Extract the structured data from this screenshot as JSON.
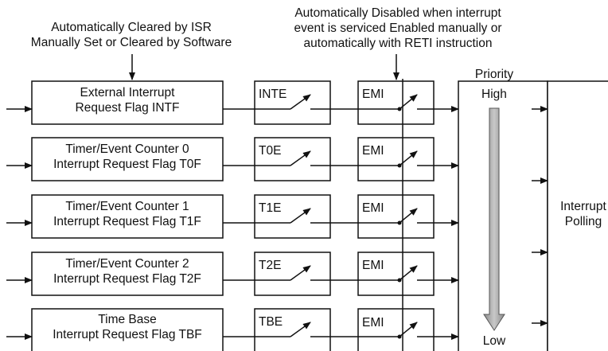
{
  "annotations": {
    "left_line1": "Automatically Cleared by ISR",
    "left_line2": "Manually Set or Cleared by Software",
    "right_line1": "Automatically Disabled when interrupt",
    "right_line2": "event is serviced Enabled manually or",
    "right_line3": "automatically with RETI instruction"
  },
  "rows": [
    {
      "source_line1": "External Interrupt",
      "source_line2": "Request Flag INTF",
      "enable": "INTE",
      "global_enable": "EMI"
    },
    {
      "source_line1": "Timer/Event Counter 0",
      "source_line2": "Interrupt Request Flag T0F",
      "enable": "T0E",
      "global_enable": "EMI"
    },
    {
      "source_line1": "Timer/Event Counter 1",
      "source_line2": "Interrupt Request Flag T1F",
      "enable": "T1E",
      "global_enable": "EMI"
    },
    {
      "source_line1": "Timer/Event Counter 2",
      "source_line2": "Interrupt Request Flag T2F",
      "enable": "T2E",
      "global_enable": "EMI"
    },
    {
      "source_line1": "Time Base",
      "source_line2": "Interrupt Request Flag TBF",
      "enable": "TBE",
      "global_enable": "EMI"
    }
  ],
  "priority": {
    "title": "Priority",
    "high": "High",
    "low": "Low"
  },
  "polling": {
    "line1": "Interrupt",
    "line2": "Polling"
  }
}
